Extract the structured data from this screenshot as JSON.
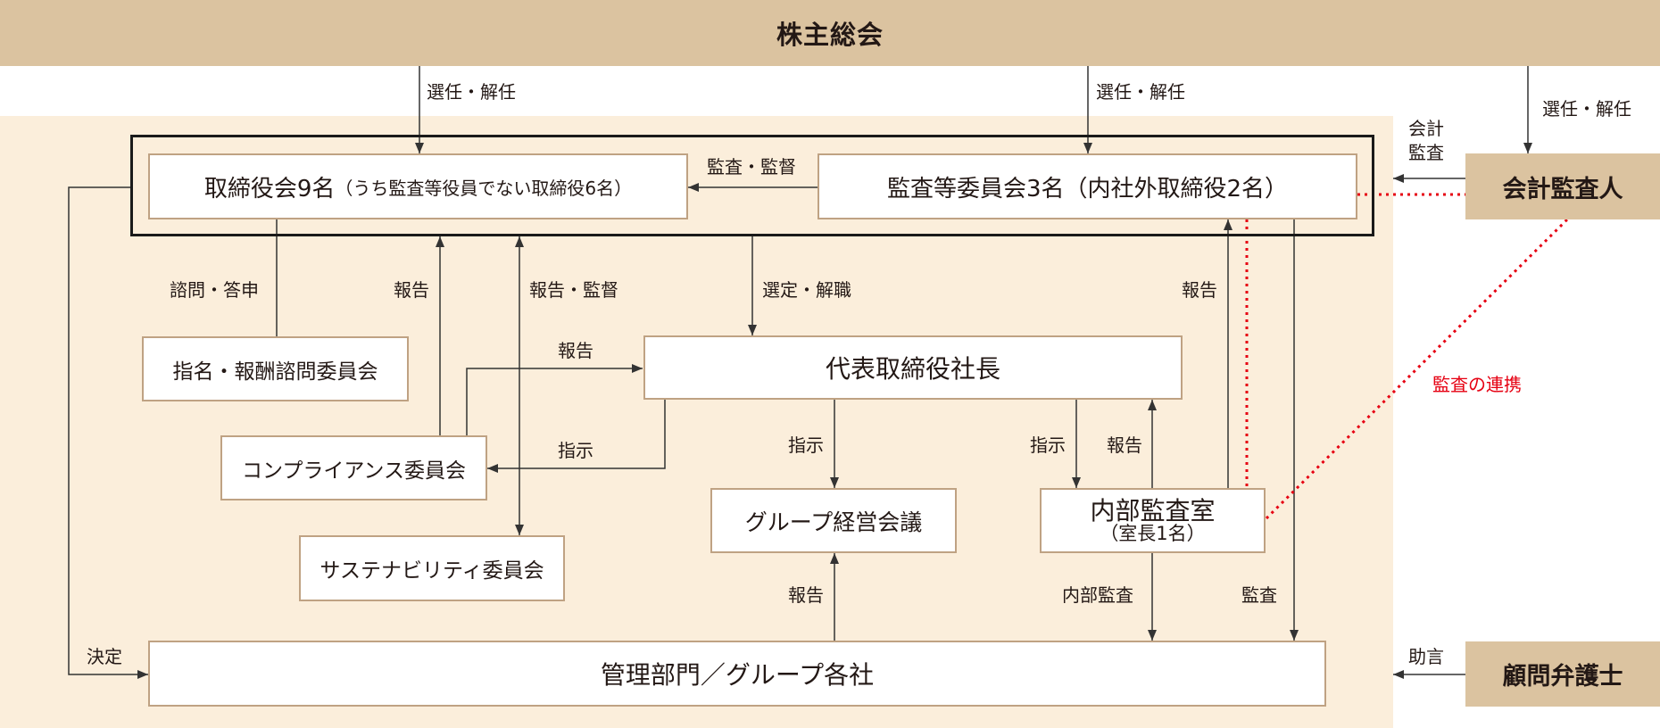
{
  "header": {
    "title": "株主総会"
  },
  "boxes": {
    "board": {
      "title": "取締役会9名",
      "note": "（うち監査等役員でない取締役6名）"
    },
    "audit_committee": {
      "title": "監査等委員会3名（内社外取締役2名）"
    },
    "accounting_auditor": {
      "title": "会計監査人"
    },
    "nomination_committee": {
      "title": "指名・報酬諮問委員会"
    },
    "president": {
      "title": "代表取締役社長"
    },
    "compliance_committee": {
      "title": "コンプライアンス委員会"
    },
    "sustainability_committee": {
      "title": "サステナビリティ委員会"
    },
    "group_meeting": {
      "title": "グループ経営会議"
    },
    "internal_audit": {
      "title": "内部監査室",
      "note": "（室長1名）"
    },
    "management": {
      "title": "管理部門／グループ各社"
    },
    "legal_advisor": {
      "title": "顧問弁護士"
    }
  },
  "labels": {
    "elect_board": "選任・解任",
    "elect_audit_committee": "選任・解任",
    "elect_accounting_auditor": "選任・解任",
    "audit_supervise": "監査・監督",
    "accounting_audit": [
      "会計",
      "監査"
    ],
    "audit_cooperation": "監査の連携",
    "consult_reply": "諮問・答申",
    "report_compliance_to_board": "報告",
    "report_supervise_sustainability": "報告・監督",
    "select_dismiss": "選定・解職",
    "report_internal_to_audit_committee": "報告",
    "report_compliance_to_president": "報告",
    "instruct_compliance": "指示",
    "instruct_group_meeting": "指示",
    "instruct_internal_audit": "指示",
    "report_internal_to_president": "報告",
    "report_management_to_group": "報告",
    "internal_audit": "内部監査",
    "audit": "監査",
    "decision": "決定",
    "advice": "助言"
  },
  "colors": {
    "header-bg": "#dbc3a0",
    "panel-bg": "#fbeedb",
    "box-border": "#bfa283",
    "partner-bg": "#dbc3a0",
    "link-red": "#e60012",
    "line": "#333333"
  }
}
